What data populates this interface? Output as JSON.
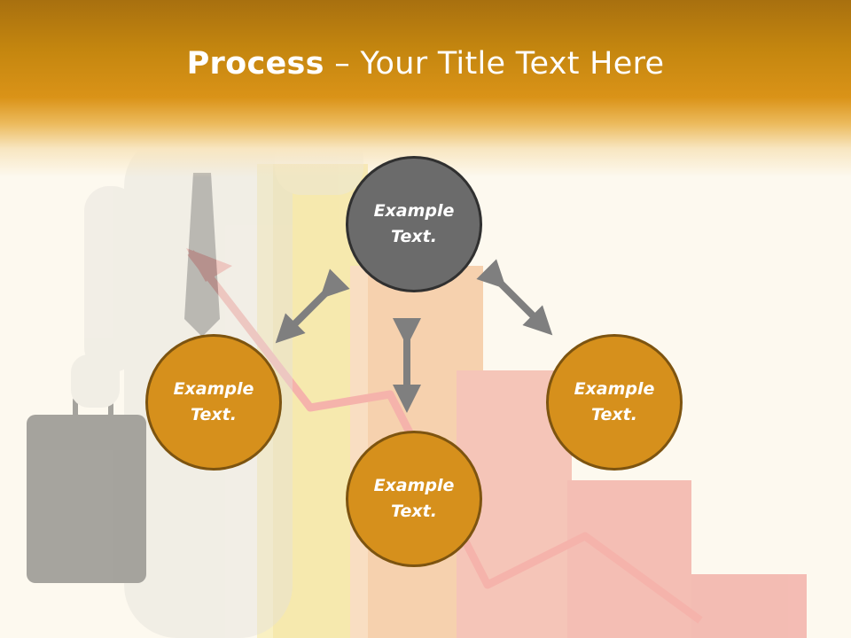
{
  "title": {
    "bold": "Process",
    "rest": " – Your Title Text Here"
  },
  "nodes": {
    "top": "Example Text.",
    "left": "Example Text.",
    "center": "Example Text.",
    "right": "Example Text."
  },
  "colors": {
    "header": "#da9318",
    "node_gold": "#d6901c",
    "node_gold_border": "#7d5410",
    "node_dark": "#6b6b6b",
    "arrow": "#7f7f7f",
    "background": "#fdf9ef"
  }
}
